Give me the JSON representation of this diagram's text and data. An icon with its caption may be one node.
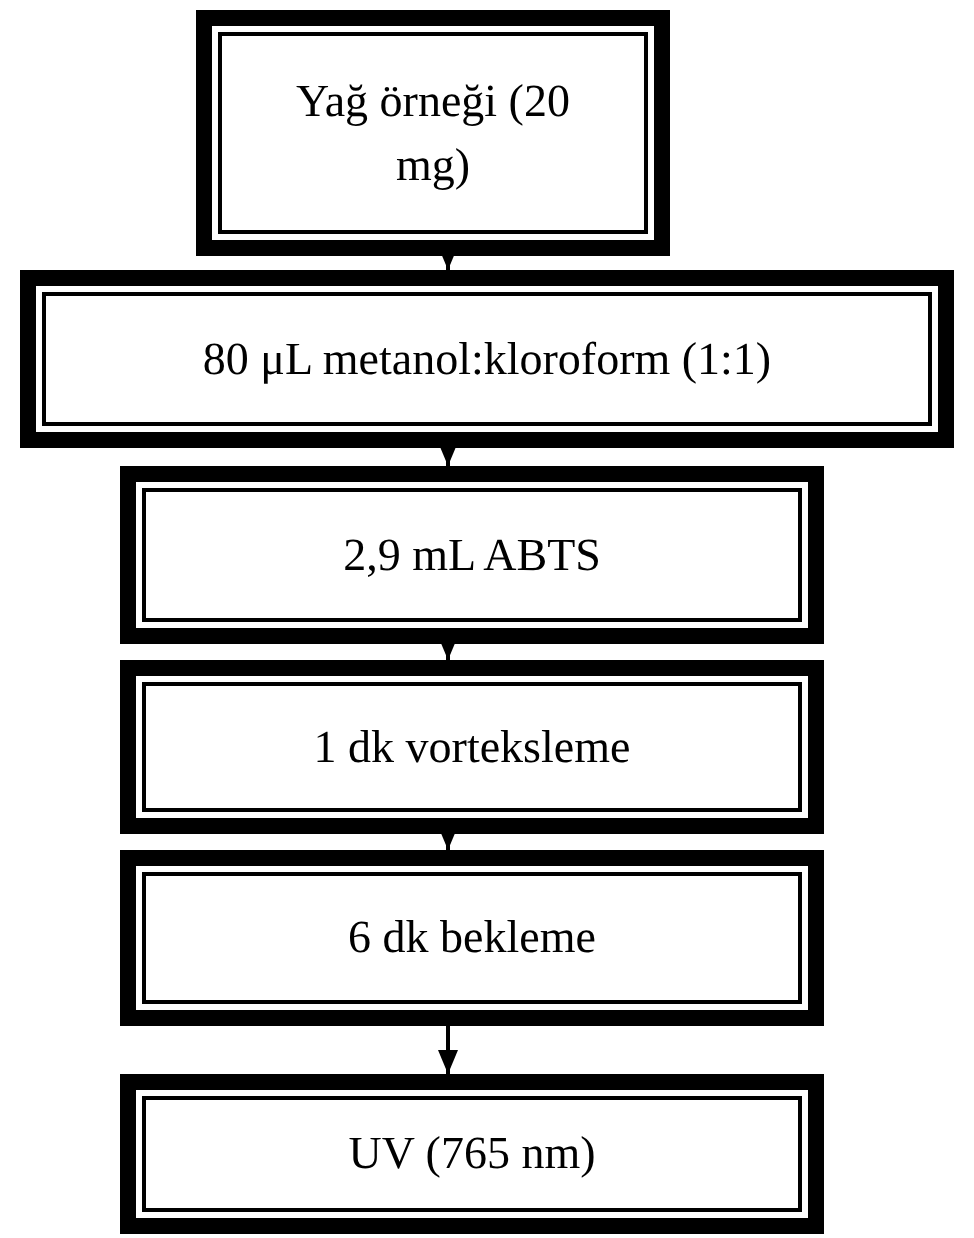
{
  "diagram": {
    "nodes": [
      {
        "text": [
          "Yağ örneği (20 mg)"
        ]
      },
      {
        "text": [
          "80 μL metanol:kloroform (1:1)"
        ]
      },
      {
        "text": [
          "2,9 mL ABTS"
        ]
      },
      {
        "text": [
          "1 dk vorteksleme"
        ]
      },
      {
        "text": [
          "6 dk bekleme"
        ]
      },
      {
        "text": [
          "UV (765 nm)"
        ]
      }
    ],
    "edges": [
      {
        "from": 0,
        "to": 1,
        "arrow": "to"
      },
      {
        "from": 1,
        "to": 2,
        "arrow": "to"
      },
      {
        "from": 2,
        "to": 3,
        "arrow": "to"
      },
      {
        "from": 3,
        "to": 4,
        "arrow": "to"
      },
      {
        "from": 4,
        "to": 5,
        "arrow": "to"
      }
    ]
  }
}
